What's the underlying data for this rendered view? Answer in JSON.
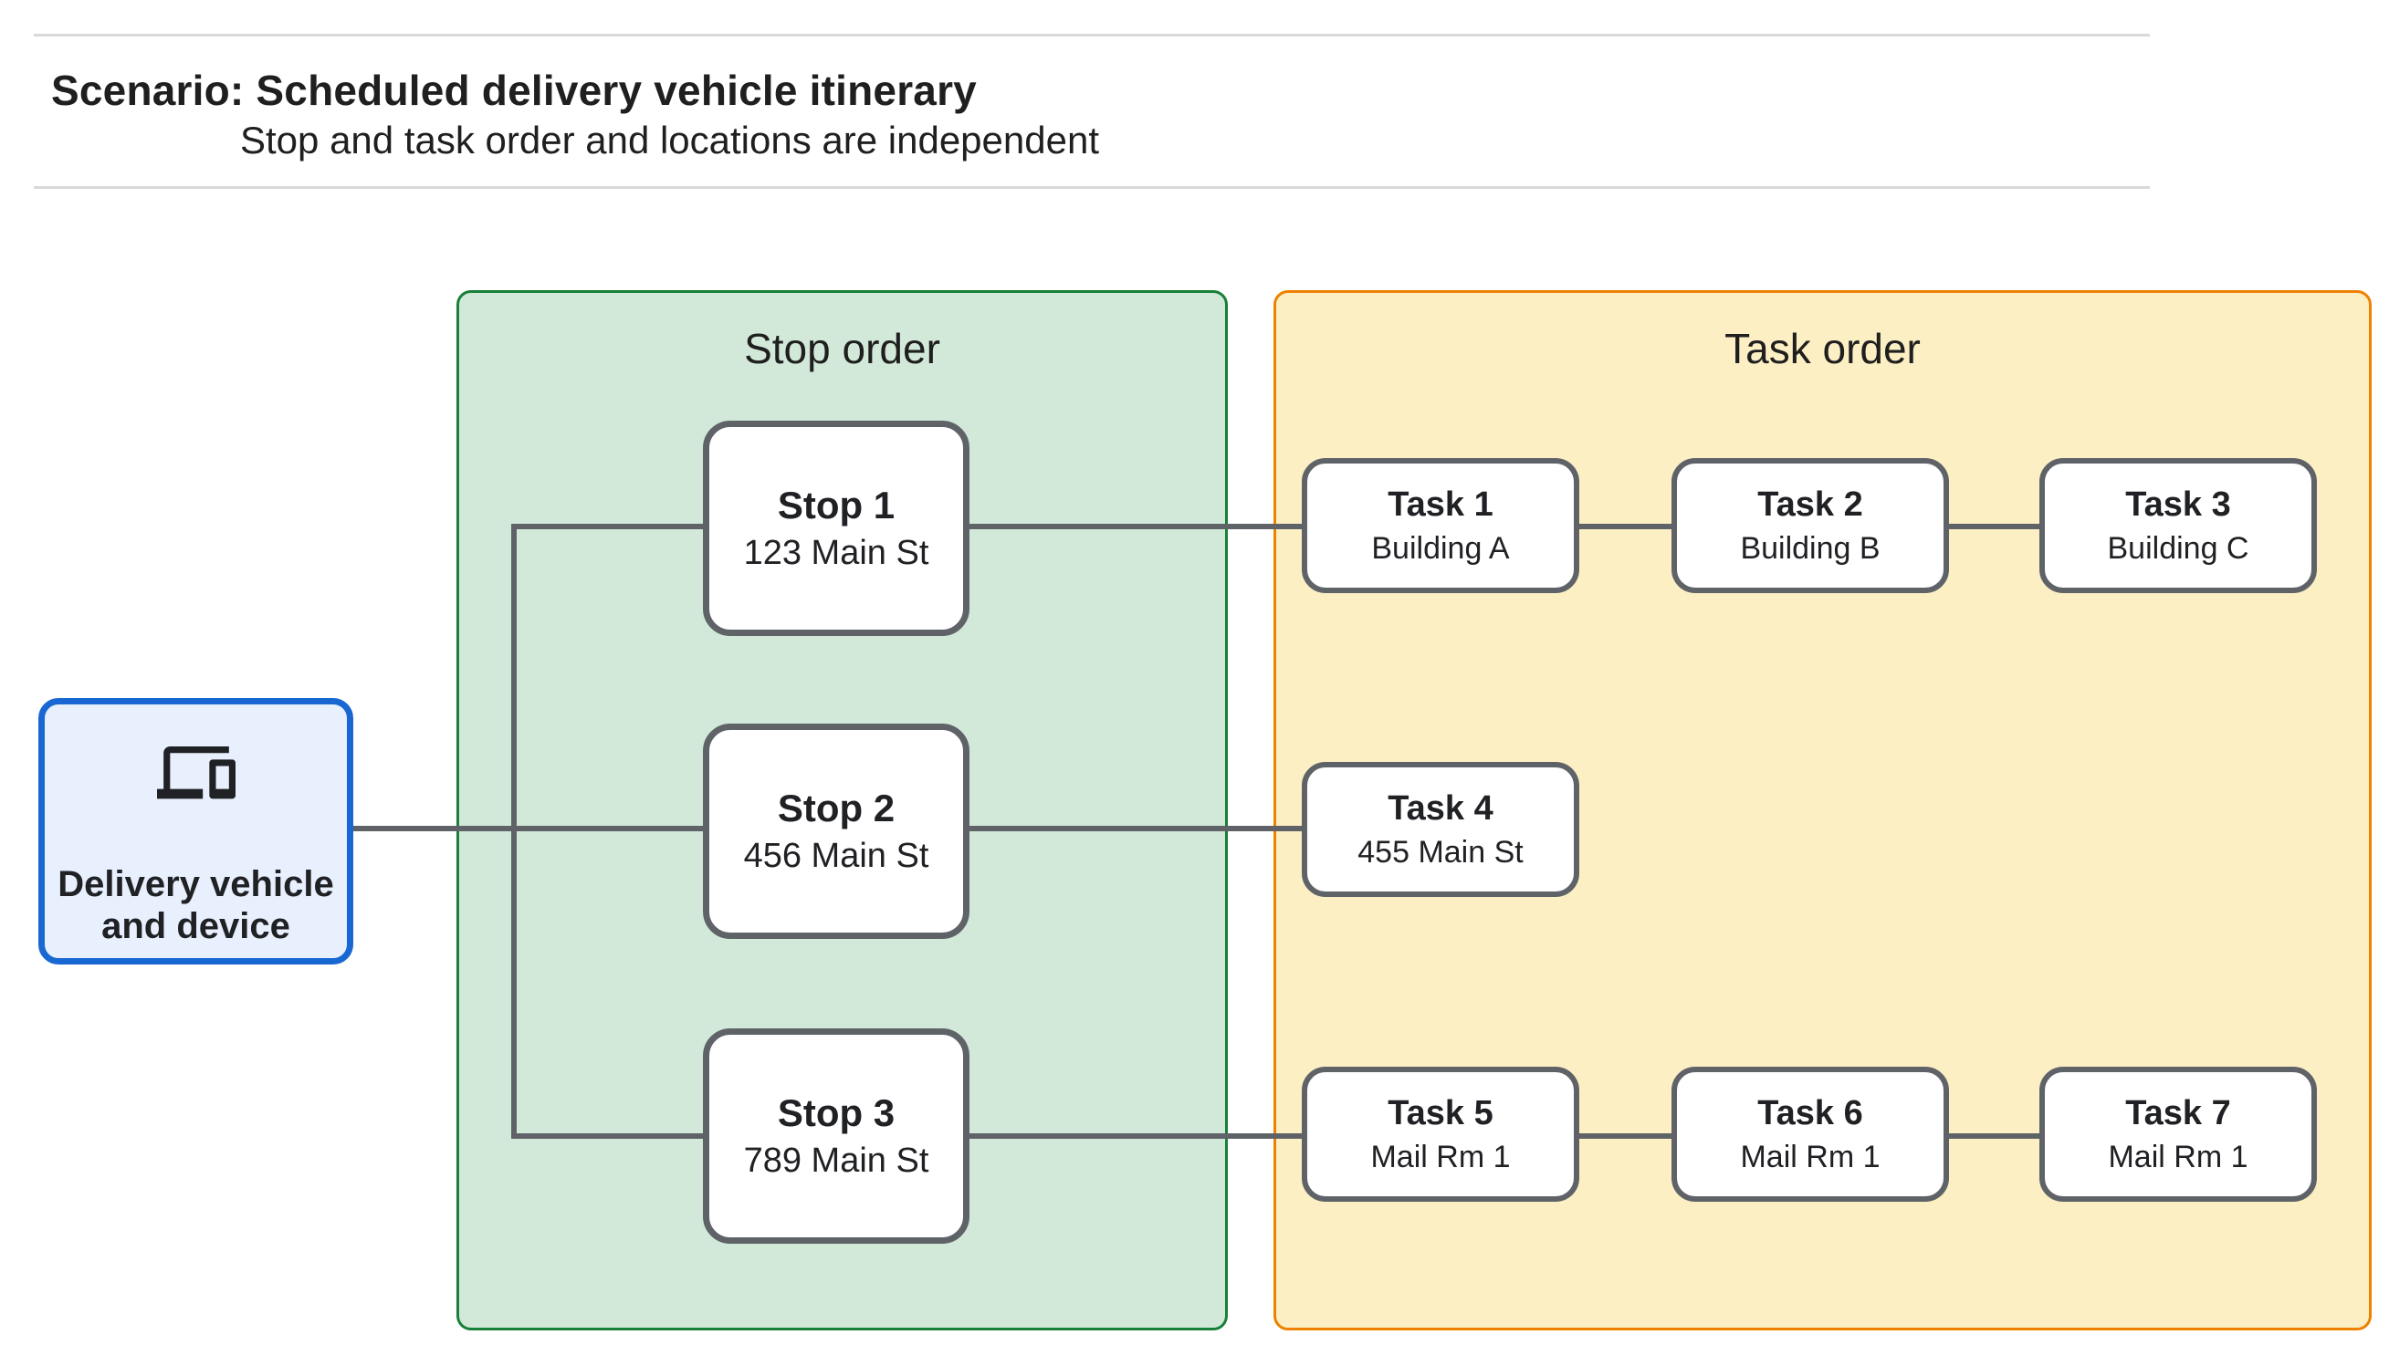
{
  "header": {
    "title": "Scenario: Scheduled delivery vehicle itinerary",
    "subtitle": "Stop and task order and locations are independent"
  },
  "vehicle_node": {
    "line1": "Delivery vehicle",
    "line2": "and device",
    "icon": "devices-icon"
  },
  "stop_panel": {
    "title": "Stop order"
  },
  "task_panel": {
    "title": "Task order"
  },
  "stops": [
    {
      "name": "Stop 1",
      "location": "123 Main St"
    },
    {
      "name": "Stop 2",
      "location": "456 Main St"
    },
    {
      "name": "Stop 3",
      "location": "789 Main St"
    }
  ],
  "tasks": [
    {
      "name": "Task 1",
      "location": "Building A"
    },
    {
      "name": "Task 2",
      "location": "Building B"
    },
    {
      "name": "Task 3",
      "location": "Building C"
    },
    {
      "name": "Task 4",
      "location": "455 Main St"
    },
    {
      "name": "Task 5",
      "location": "Mail Rm 1"
    },
    {
      "name": "Task 6",
      "location": "Mail Rm 1"
    },
    {
      "name": "Task 7",
      "location": "Mail Rm 1"
    }
  ],
  "colors": {
    "stop_panel_fill": "#d2e9da",
    "stop_panel_border": "#188038",
    "task_panel_fill": "#fdefc4",
    "task_panel_border": "#ee8100",
    "vehicle_fill": "#e8f0fe",
    "vehicle_border": "#1967d2",
    "node_border": "#5f6368",
    "connector": "#5f6368",
    "divider": "#d9d9d9"
  }
}
